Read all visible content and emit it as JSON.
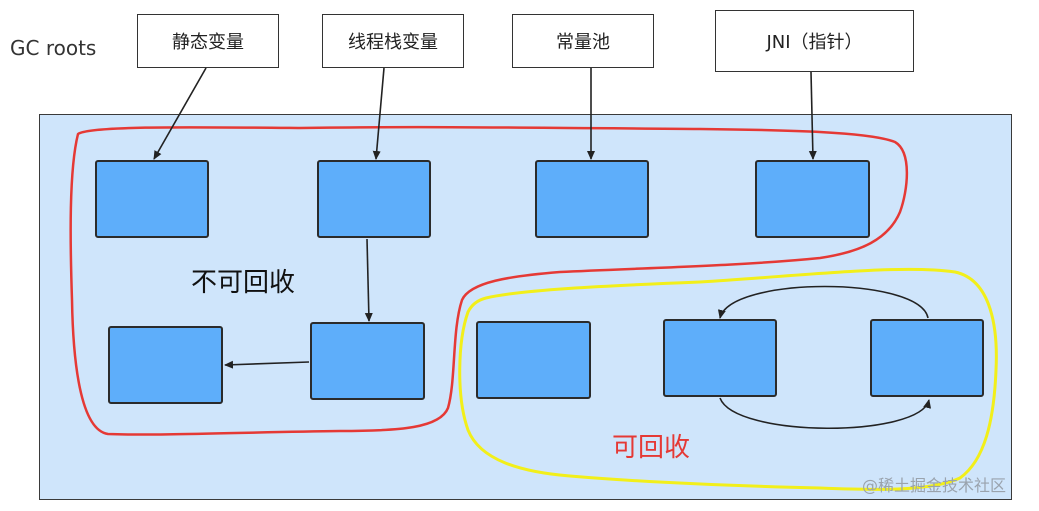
{
  "gc_roots_label": "GC roots",
  "roots": [
    {
      "id": "static",
      "label": "静态变量"
    },
    {
      "id": "thread-stack",
      "label": "线程栈变量"
    },
    {
      "id": "constant-pool",
      "label": "常量池"
    },
    {
      "id": "jni",
      "label": "JNI（指针）"
    }
  ],
  "regions": {
    "unreclaimable": "不可回收",
    "reclaimable": "可回收"
  },
  "colors": {
    "heap_background": "#cfe5fb",
    "object_fill": "#5eaefa",
    "unreclaimable_outline": "#e53935",
    "reclaimable_outline": "#f2ef1a",
    "reclaimable_label": "#e53935"
  },
  "watermark": "@稀土掘金技术社区"
}
